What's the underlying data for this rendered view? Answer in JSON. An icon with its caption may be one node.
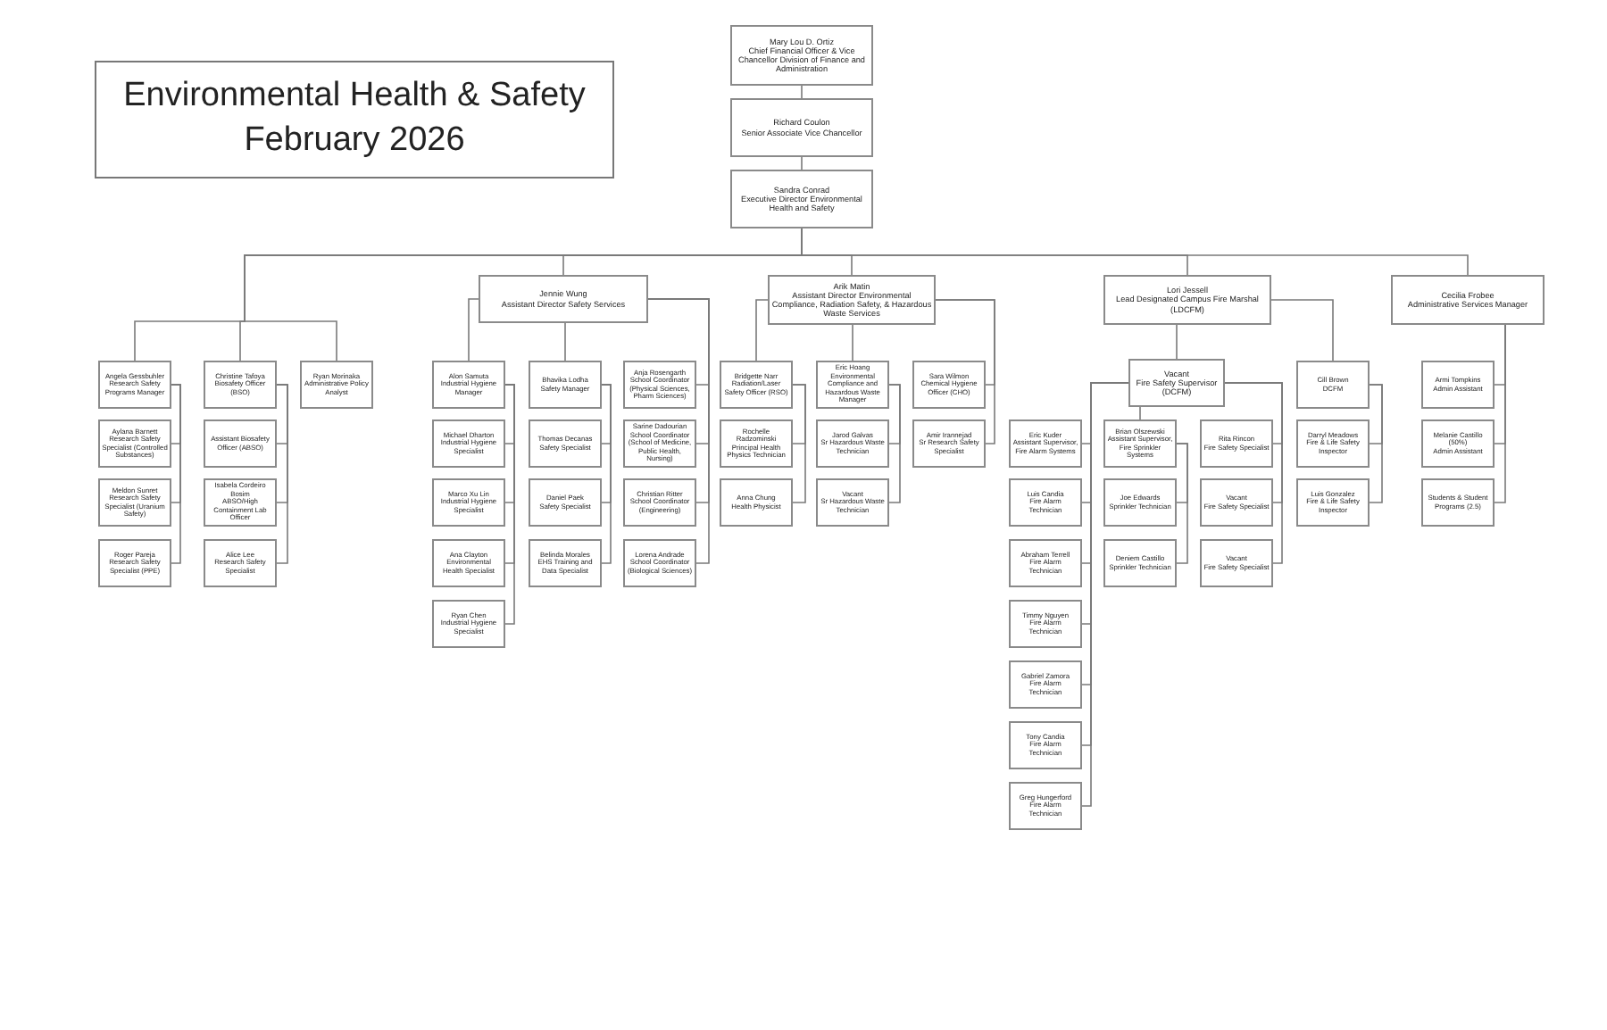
{
  "diagram": {
    "title": "Environmental Health & Safety February 2026",
    "nodes": [
      {
        "text": [
          "Mary Lou D. Ortiz",
          "Chief Financial Officer & Vice Chancellor Division of Finance and Administration"
        ]
      },
      {
        "text": [
          "Richard Coulon",
          "Senior Associate Vice Chancellor"
        ]
      },
      {
        "text": [
          "Sandra Conrad",
          "Executive Director Environmental Health and Safety"
        ]
      },
      {
        "text": [
          "Angela Gessbuhler",
          "Research Safety Programs Manager"
        ]
      },
      {
        "text": [
          "Aylana Barnett",
          "Research Safety Specialist (Controlled Substances)"
        ]
      },
      {
        "text": [
          "Meldon Sunret",
          "Research Safety Specialist (Uranium Safety)"
        ]
      },
      {
        "text": [
          "Roger Pareja",
          "Research Safety Specialist (PPE)"
        ]
      },
      {
        "text": [
          "Christine Tafoya",
          "Biosafety Officer (BSO)"
        ]
      },
      {
        "text": [
          "Assistant Biosafety Officer (ABSO)"
        ]
      },
      {
        "text": [
          "Isabela Cordeiro Bosim",
          "ABSO/High Containment Lab Officer"
        ]
      },
      {
        "text": [
          "Alice Lee",
          "Research Safety Specialist"
        ]
      },
      {
        "text": [
          "Ryan Morinaka",
          "Administrative Policy Analyst"
        ]
      },
      {
        "text": [
          "Jennie Wung",
          "Assistant Director Safety Services"
        ]
      },
      {
        "text": [
          "Alon Samuta",
          "Industrial Hygiene Manager"
        ]
      },
      {
        "text": [
          "Michael Dharton",
          "Industrial Hygiene Specialist"
        ]
      },
      {
        "text": [
          "Marco Xu Lin",
          "Industrial Hygiene Specialist"
        ]
      },
      {
        "text": [
          "Ana Clayton",
          "Environmental Health Specialist"
        ]
      },
      {
        "text": [
          "Ryan Chen",
          "Industrial Hygiene Specialist"
        ]
      },
      {
        "text": [
          "Bhavika Lodha",
          "Safety Manager"
        ]
      },
      {
        "text": [
          "Thomas Decanas",
          "Safety Specialist"
        ]
      },
      {
        "text": [
          "Daniel Paek",
          "Safety Specialist"
        ]
      },
      {
        "text": [
          "Belinda Morales",
          "EHS Training and Data Specialist"
        ]
      },
      {
        "text": [
          "Anja Rosengarth",
          "School Coordinator (Physical Sciences, Pharm Sciences)"
        ]
      },
      {
        "text": [
          "Sarine Dadourian",
          "School Coordinator (School of Medicine, Public Health, Nursing)"
        ]
      },
      {
        "text": [
          "Christian Ritter",
          "School Coordinator (Engineering)"
        ]
      },
      {
        "text": [
          "Lorena Andrade",
          "School Coordinator (Biological Sciences)"
        ]
      },
      {
        "text": [
          "Arik Matin",
          "Assistant Director Environmental Compliance, Radiation Safety, & Hazardous Waste Services"
        ]
      },
      {
        "text": [
          "Bridgette Narr",
          "Radiation/Laser Safety Officer (RSO)"
        ]
      },
      {
        "text": [
          "Rochelle Radzominski",
          "Principal Health Physics Technician"
        ]
      },
      {
        "text": [
          "Anna Chung",
          "Health Physicist"
        ]
      },
      {
        "text": [
          "Eric Hoang",
          "Environmental Compliance and Hazardous Waste Manager"
        ]
      },
      {
        "text": [
          "Jarod Galvas",
          "Sr Hazardous Waste Technician"
        ]
      },
      {
        "text": [
          "Vacant",
          "Sr Hazardous Waste Technician"
        ]
      },
      {
        "text": [
          "Sara Wilmon",
          "Chemical Hygiene Officer (CHO)"
        ]
      },
      {
        "text": [
          "Amir Irannejad",
          "Sr Research Safety Specialist"
        ]
      },
      {
        "text": [
          "Lori Jessell",
          "Lead Designated Campus Fire Marshal (LDCFM)"
        ]
      },
      {
        "text": [
          "Vacant",
          "Fire Safety Supervisor (DCFM)"
        ]
      },
      {
        "text": [
          "Eric Kuder",
          "Assistant Supervisor, Fire Alarm Systems"
        ]
      },
      {
        "text": [
          "Luis Candia",
          "Fire Alarm Technician"
        ]
      },
      {
        "text": [
          "Abraham Terrell",
          "Fire Alarm Technician"
        ]
      },
      {
        "text": [
          "Timmy Nguyen",
          "Fire Alarm Technician"
        ]
      },
      {
        "text": [
          "Gabriel Zamora",
          "Fire Alarm Technician"
        ]
      },
      {
        "text": [
          "Tony Candia",
          "Fire Alarm Technician"
        ]
      },
      {
        "text": [
          "Greg Hungerford",
          "Fire Alarm Technician"
        ]
      },
      {
        "text": [
          "Brian Olszewski",
          "Assistant Supervisor, Fire Sprinkler Systems"
        ]
      },
      {
        "text": [
          "Joe Edwards",
          "Sprinkler Technician"
        ]
      },
      {
        "text": [
          "Deniem Castillo",
          "Sprinkler Technician"
        ]
      },
      {
        "text": [
          "Rita Rincon",
          "Fire Safety Specialist"
        ]
      },
      {
        "text": [
          "Vacant",
          "Fire Safety Specialist"
        ]
      },
      {
        "text": [
          "Vacant",
          "Fire Safety Specialist"
        ]
      },
      {
        "text": [
          "Cill Brown",
          "DCFM"
        ]
      },
      {
        "text": [
          "Darryl Meadows",
          "Fire & Life Safety Inspector"
        ]
      },
      {
        "text": [
          "Luis Gonzalez",
          "Fire & Life Safety Inspector"
        ]
      },
      {
        "text": [
          "Cecilia Frobee",
          "Administrative Services Manager"
        ]
      },
      {
        "text": [
          "Armi Tompkins",
          "Admin Assistant"
        ]
      },
      {
        "text": [
          "Melanie Castillo (50%)",
          "Admin Assistant"
        ]
      },
      {
        "text": [
          "Students & Student Programs (2.5)"
        ]
      }
    ],
    "edges": [
      {
        "from": 0,
        "to": 1,
        "arrow": "none"
      },
      {
        "from": 1,
        "to": 2,
        "arrow": "none"
      },
      {
        "from": 2,
        "to": 3,
        "arrow": "none"
      },
      {
        "from": 2,
        "to": 7,
        "arrow": "none"
      },
      {
        "from": 2,
        "to": 11,
        "arrow": "none"
      },
      {
        "from": 2,
        "to": 12,
        "arrow": "none"
      },
      {
        "from": 2,
        "to": 26,
        "arrow": "none"
      },
      {
        "from": 2,
        "to": 35,
        "arrow": "none"
      },
      {
        "from": 2,
        "to": 53,
        "arrow": "none"
      },
      {
        "from": 3,
        "to": 4,
        "arrow": "none"
      },
      {
        "from": 3,
        "to": 5,
        "arrow": "none"
      },
      {
        "from": 3,
        "to": 6,
        "arrow": "none"
      },
      {
        "from": 7,
        "to": 8,
        "arrow": "none"
      },
      {
        "from": 7,
        "to": 9,
        "arrow": "none"
      },
      {
        "from": 7,
        "to": 10,
        "arrow": "none"
      },
      {
        "from": 12,
        "to": 13,
        "arrow": "none"
      },
      {
        "from": 13,
        "to": 14,
        "arrow": "none"
      },
      {
        "from": 13,
        "to": 15,
        "arrow": "none"
      },
      {
        "from": 13,
        "to": 16,
        "arrow": "none"
      },
      {
        "from": 13,
        "to": 17,
        "arrow": "none"
      },
      {
        "from": 12,
        "to": 18,
        "arrow": "none"
      },
      {
        "from": 18,
        "to": 19,
        "arrow": "none"
      },
      {
        "from": 18,
        "to": 20,
        "arrow": "none"
      },
      {
        "from": 18,
        "to": 21,
        "arrow": "none"
      },
      {
        "from": 12,
        "to": 22,
        "arrow": "none"
      },
      {
        "from": 12,
        "to": 23,
        "arrow": "none"
      },
      {
        "from": 12,
        "to": 24,
        "arrow": "none"
      },
      {
        "from": 12,
        "to": 25,
        "arrow": "none"
      },
      {
        "from": 26,
        "to": 27,
        "arrow": "none"
      },
      {
        "from": 27,
        "to": 28,
        "arrow": "none"
      },
      {
        "from": 27,
        "to": 29,
        "arrow": "none"
      },
      {
        "from": 26,
        "to": 30,
        "arrow": "none"
      },
      {
        "from": 30,
        "to": 31,
        "arrow": "none"
      },
      {
        "from": 30,
        "to": 32,
        "arrow": "none"
      },
      {
        "from": 26,
        "to": 33,
        "arrow": "none"
      },
      {
        "from": 26,
        "to": 34,
        "arrow": "none"
      },
      {
        "from": 35,
        "to": 36,
        "arrow": "none"
      },
      {
        "from": 35,
        "to": 50,
        "arrow": "none"
      },
      {
        "from": 36,
        "to": 37,
        "arrow": "none"
      },
      {
        "from": 36,
        "to": 38,
        "arrow": "none"
      },
      {
        "from": 36,
        "to": 39,
        "arrow": "none"
      },
      {
        "from": 36,
        "to": 40,
        "arrow": "none"
      },
      {
        "from": 36,
        "to": 41,
        "arrow": "none"
      },
      {
        "from": 36,
        "to": 42,
        "arrow": "none"
      },
      {
        "from": 36,
        "to": 43,
        "arrow": "none"
      },
      {
        "from": 36,
        "to": 44,
        "arrow": "none"
      },
      {
        "from": 44,
        "to": 45,
        "arrow": "none"
      },
      {
        "from": 44,
        "to": 46,
        "arrow": "none"
      },
      {
        "from": 36,
        "to": 47,
        "arrow": "none"
      },
      {
        "from": 36,
        "to": 48,
        "arrow": "none"
      },
      {
        "from": 36,
        "to": 49,
        "arrow": "none"
      },
      {
        "from": 50,
        "to": 51,
        "arrow": "none"
      },
      {
        "from": 50,
        "to": 52,
        "arrow": "none"
      },
      {
        "from": 53,
        "to": 54,
        "arrow": "none"
      },
      {
        "from": 53,
        "to": 55,
        "arrow": "none"
      },
      {
        "from": 53,
        "to": 56,
        "arrow": "none"
      }
    ]
  }
}
